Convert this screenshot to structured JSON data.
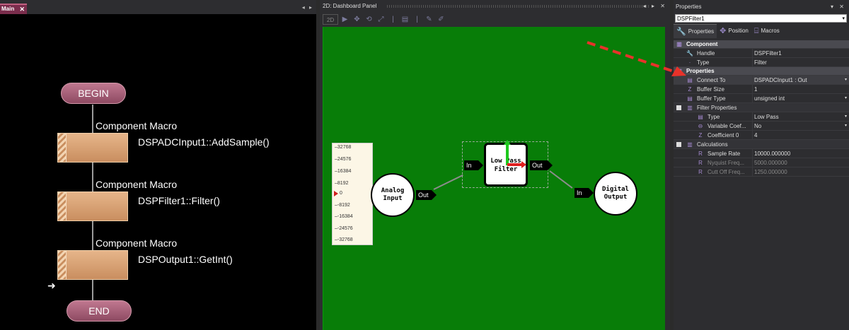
{
  "main": {
    "tab_label": "Main",
    "tab_close": "✕",
    "tab_arrows": "◂ ▸",
    "begin_label": "BEGIN",
    "end_label": "END",
    "macros": [
      {
        "title": "Component Macro",
        "call": "DSPADCInput1::AddSample()"
      },
      {
        "title": "Component Macro",
        "call": "DSPFilter1::Filter()"
      },
      {
        "title": "Component Macro",
        "call": "DSPOutput1::GetInt()"
      }
    ]
  },
  "dashboard": {
    "title": "2D: Dashboard Panel",
    "controls": "◂ ▸ ✕",
    "toolbar": {
      "view_2d": "2D"
    },
    "meter_ticks": [
      "32768",
      "24576",
      "16384",
      "8192",
      "0",
      "-8192",
      "-16384",
      "-24576",
      "-32768"
    ],
    "analog_input_label": "Analog Input",
    "analog_out_port": "Out",
    "filter_in_port": "In",
    "filter_label": "Low Pass Filter",
    "filter_out_port": "Out",
    "digital_in_port": "In",
    "digital_output_label": "Digital Output",
    "canvas_color": "#087d08"
  },
  "properties": {
    "title": "Properties",
    "controls": "▾ ✕",
    "selected_component": "DSPFilter1",
    "tabs": [
      {
        "label": "Properties",
        "icon": "wrench-icon"
      },
      {
        "label": "Position",
        "icon": "move-icon"
      },
      {
        "label": "Macros",
        "icon": "macro-icon"
      }
    ],
    "sections": {
      "component": "Component",
      "properties": "Properties",
      "filter_properties": "Filter Properties",
      "calculations": "Calculations"
    },
    "rows": {
      "handle": {
        "name": "Handle",
        "value": "DSPFilter1"
      },
      "type": {
        "name": "Type",
        "value": "Filter"
      },
      "connect_to": {
        "name": "Connect To",
        "value": "DSPADCInput1 : Out"
      },
      "buffer_size": {
        "name": "Buffer Size",
        "value": "1"
      },
      "buffer_type": {
        "name": "Buffer Type",
        "value": "unsigned int"
      },
      "filter_type": {
        "name": "Type",
        "value": "Low Pass"
      },
      "variable_coef": {
        "name": "Variable Coef...",
        "value": "No"
      },
      "coefficient0": {
        "name": "Coefficient 0",
        "value": "4"
      },
      "sample_rate": {
        "name": "Sample Rate",
        "value": "10000.000000"
      },
      "nyquist": {
        "name": "Nyquist Freq...",
        "value": "5000.000000"
      },
      "cutoff": {
        "name": "Cutt Off Freq...",
        "value": "1250.000000"
      }
    }
  }
}
